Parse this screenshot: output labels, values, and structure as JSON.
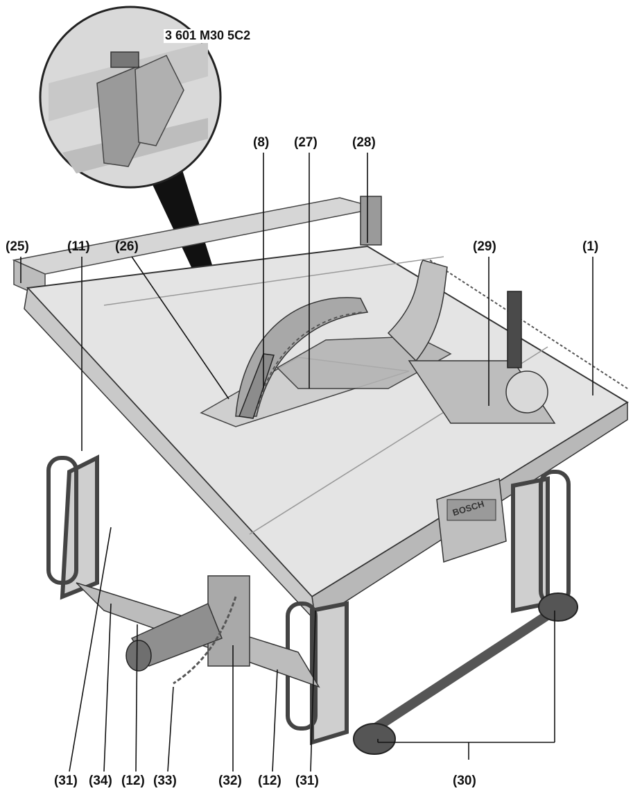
{
  "model_number": "3 601 M30 5C2",
  "brand": "BOSCH",
  "callouts": {
    "c8": "(8)",
    "c27": "(27)",
    "c28": "(28)",
    "c25": "(25)",
    "c11": "(11)",
    "c26": "(26)",
    "c29": "(29)",
    "c1": "(1)",
    "c31a": "(31)",
    "c34": "(34)",
    "c12a": "(12)",
    "c33": "(33)",
    "c32": "(32)",
    "c12b": "(12)",
    "c31b": "(31)",
    "c30": "(30)"
  }
}
